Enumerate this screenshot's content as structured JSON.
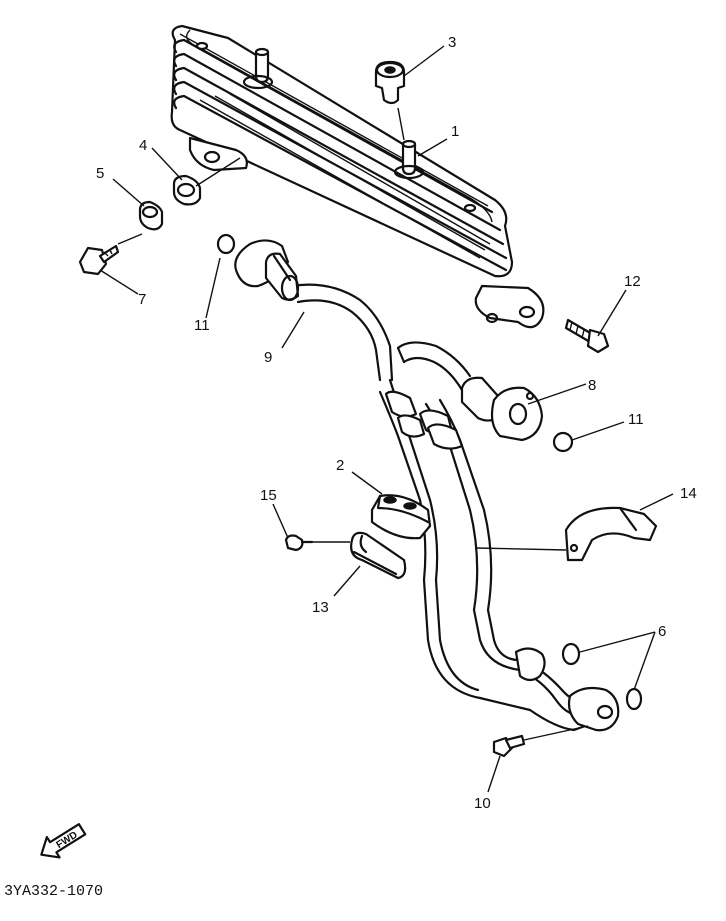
{
  "diagram": {
    "reference_code": "3YA332-1070",
    "direction_label": "FWD",
    "callouts": {
      "c1": "1",
      "c2": "2",
      "c3": "3",
      "c4": "4",
      "c5": "5",
      "c6": "6",
      "c7": "7",
      "c8": "8",
      "c9": "9",
      "c10": "10",
      "c11a": "11",
      "c11b": "11",
      "c12": "12",
      "c13": "13",
      "c14": "14",
      "c15": "15"
    }
  }
}
